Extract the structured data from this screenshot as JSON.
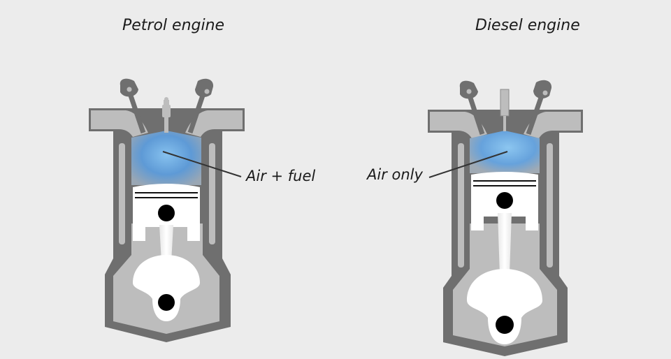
{
  "petrol": {
    "title": "Petrol engine",
    "label": "Air + fuel",
    "top_component": "spark-plug"
  },
  "diesel": {
    "title": "Diesel engine",
    "label": "Air only",
    "top_component": "fuel-injector"
  },
  "colors": {
    "background": "#ececec",
    "block_dark": "#6f6f6f",
    "block_light": "#bdbdbd",
    "chamber_blue": "#6aa6dc",
    "piston": "#ffffff",
    "pin": "#000000",
    "text": "#1a1a1a"
  }
}
